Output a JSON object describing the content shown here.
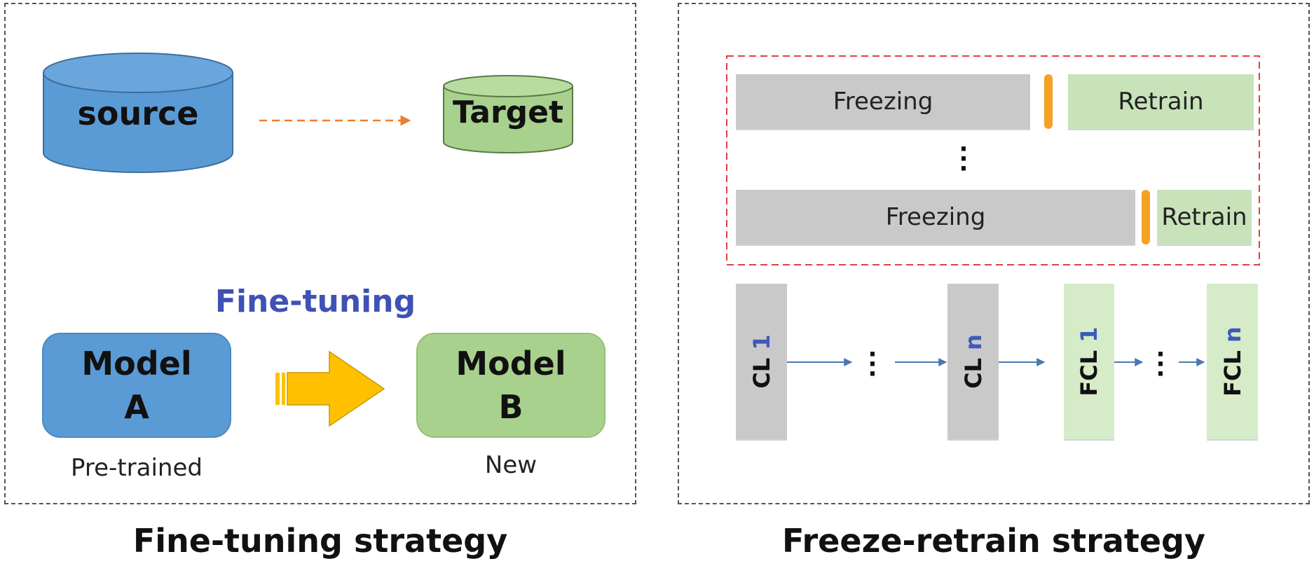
{
  "left_panel": {
    "source_label": "source",
    "target_label": "Target",
    "fine_tuning_label": "Fine-tuning",
    "model_a": {
      "line1": "Model",
      "line2": "A",
      "caption": "Pre-trained"
    },
    "model_b": {
      "line1": "Model",
      "line2": "B",
      "caption": "New"
    },
    "caption": "Fine-tuning strategy"
  },
  "right_panel": {
    "rows": [
      {
        "freeze_label": "Freezing",
        "retrain_label": "Retrain"
      },
      {
        "freeze_label": "Freezing",
        "retrain_label": "Retrain"
      }
    ],
    "layers": [
      {
        "prefix": "CL",
        "index": "1"
      },
      {
        "prefix": "CL",
        "index": "n"
      },
      {
        "prefix": "FCL",
        "index": "1"
      },
      {
        "prefix": "FCL",
        "index": "n"
      }
    ],
    "caption": "Freeze-retrain strategy"
  },
  "colors": {
    "blue_fill": "#5b9bd5",
    "green_fill": "#a9d18e",
    "arrow_yellow": "#ffc000",
    "fine_tuning_text": "#3f51b5",
    "red_dash": "#e0403c",
    "orange": "#f5a122"
  }
}
